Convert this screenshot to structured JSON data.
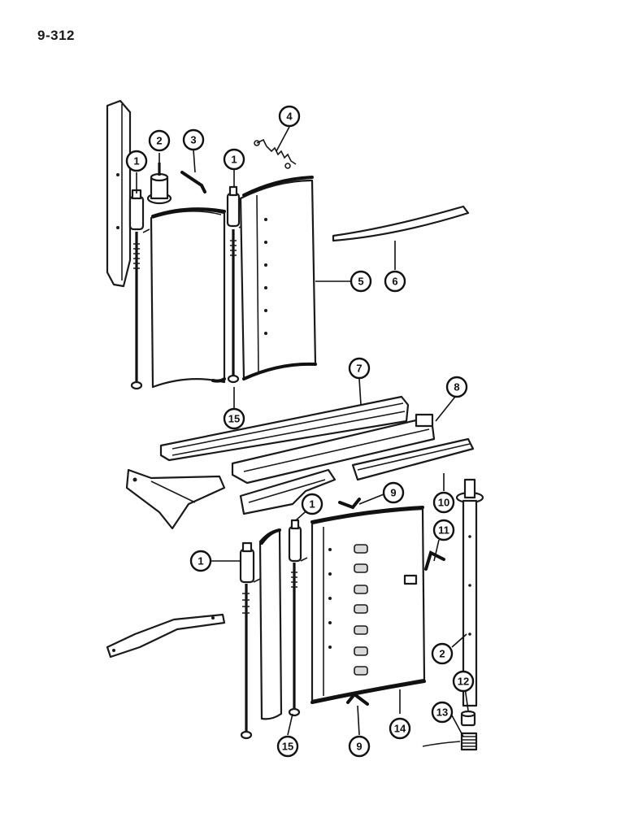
{
  "page": {
    "code": "9-312"
  },
  "callouts": [
    {
      "id": "c1a",
      "label": "1"
    },
    {
      "id": "c2a",
      "label": "2"
    },
    {
      "id": "c3",
      "label": "3"
    },
    {
      "id": "c1b",
      "label": "1"
    },
    {
      "id": "c4",
      "label": "4"
    },
    {
      "id": "c5",
      "label": "5"
    },
    {
      "id": "c6",
      "label": "6"
    },
    {
      "id": "c7",
      "label": "7"
    },
    {
      "id": "c8",
      "label": "8"
    },
    {
      "id": "c15a",
      "label": "15"
    },
    {
      "id": "c10",
      "label": "10"
    },
    {
      "id": "c9a",
      "label": "9"
    },
    {
      "id": "c1c",
      "label": "1"
    },
    {
      "id": "c1d",
      "label": "1"
    },
    {
      "id": "c11",
      "label": "11"
    },
    {
      "id": "c2b",
      "label": "2"
    },
    {
      "id": "c12",
      "label": "12"
    },
    {
      "id": "c13",
      "label": "13"
    },
    {
      "id": "c14",
      "label": "14"
    },
    {
      "id": "c9b",
      "label": "9"
    },
    {
      "id": "c15b",
      "label": "15"
    }
  ]
}
